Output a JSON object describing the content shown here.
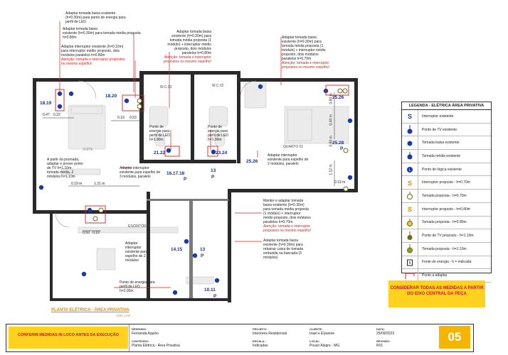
{
  "annotations": {
    "n1": [
      "Adaptar tomada baixa existente",
      "(h=0.30m) para ponto de energia para",
      "perfil de LED"
    ],
    "n2": [
      "Adaptar tomada baixa",
      "existente (h=0.30m) para tomada média proposta",
      "h=0.80m"
    ],
    "n3": [
      "Adaptar interruptor existente (h=0.10m)",
      "para interruptor médio proposto, dois",
      "módulos paralelos h=0.80m"
    ],
    "n3_red": [
      "Atenção: tomada e interruptor propostos",
      "no mesmo espelho!"
    ],
    "n4": [
      "Adaptar tomada baixa",
      "existente (h=0.30m) para",
      "tomada média proposta (1",
      "módulo) + interruptor médio",
      "proposto, dois módulos",
      "paralelos h=0.80m"
    ],
    "n4_red": [
      "Atenção: tomada e interruptor",
      "propostos no mesmo espelho!"
    ],
    "n5": [
      "Adaptar tomada baixa",
      "existente (h=0.30m) para",
      "tomada média proposta (1",
      "módulo) + interruptor médio",
      "proposto, dois módulos",
      "paralelos h=0.70m"
    ],
    "n5_red": [
      "Atenção: tomada e interruptor",
      "propostos no mesmo espelho!"
    ],
    "n6": [
      "A partir da prumada,",
      "adaptar e prever ponto",
      "de TV h=1.10m;",
      "tomada média, 2",
      "módulos h=1.10m"
    ],
    "n7": [
      "Ponto de",
      "energia para",
      "perfil de LED",
      "h=1.90m"
    ],
    "n8": [
      "Ponto de",
      "energia para",
      "perfil de LED",
      "h=1.90m"
    ],
    "n9": [
      "Adaptar interruptor",
      "existente para espelho de",
      "3 módulos, paralelo"
    ],
    "n10": [
      "Adaptar interruptor",
      "existente para espelho de",
      "2 módulos, paralelo"
    ],
    "n11": [
      "Manter e adaptar tomada",
      "baixa existente (h=0.30m)",
      "para tomada média proposta",
      "(1 módulo) + interruptor",
      "médio proposto, dois módulos",
      "paralelos h=0.70m."
    ],
    "n11_red": [
      "Atenção: tomada e interruptor",
      "propostos no mesmo espelho!"
    ],
    "n12": [
      "Adaptar tomada baixa",
      "existente (h=0.30m) para",
      "rebaixar caixa de tomada",
      "embutida na bancada (3",
      "módulos)"
    ],
    "n13": [
      "Adaptar",
      "interruptor",
      "existente para",
      "espelho de 2",
      "módulos"
    ],
    "n14": [
      "Ponto de energia para",
      "perfil de LED",
      "h=2.00m"
    ]
  },
  "rooms": {
    "wc03": "W.C 03",
    "wc02": "W.C 02",
    "suite": "SUÍTE",
    "quarto": "QUARTO 01",
    "escritorio": "ESCRITÓRIO"
  },
  "circuits": {
    "c1": "18.19",
    "c2": "18.20",
    "c3": "21.22",
    "c4": "23.24",
    "c5": "16.17.18",
    "c5p": "P",
    "c6": "13",
    "c6p": "P",
    "c7": "25.26",
    "c8": "25.26",
    "c9": "25.28",
    "c9p": "P",
    "c10": "14.15",
    "c11": "13",
    "c11p": "P",
    "c12": "10.11",
    "c12p": "P"
  },
  "measures": {
    "m1": "0.47",
    "m2": "0.22",
    "m3": "0.19",
    "m4": "0.53",
    "m5": "0.19 m",
    "m6": "1.31 m",
    "m7": "0.50",
    "m8": "0.19",
    "m9": "0.84 m",
    "m10": "0.44 m",
    "m11": "0.84 m",
    "m12": "1.12 m",
    "m13": "0.19 m"
  },
  "plan_title": "PLANTA ELÉTRICA - ÁREA PRIVATIVA",
  "plan_scale": "ESC 1:50",
  "legend": {
    "title": "LEGENDA - ELÉTRICA ÁREA PRIVATIVA",
    "items": [
      {
        "icon": "switch-existing-icon",
        "label": "Interruptor existente"
      },
      {
        "icon": "tv-point-existing-icon",
        "label": "Ponto de TV existente"
      },
      {
        "icon": "low-outlet-existing-icon",
        "label": "Tomada baixa existente"
      },
      {
        "icon": "mid-outlet-existing-icon",
        "label": "Tomada média existente"
      },
      {
        "icon": "logic-point-existing-icon",
        "label": "Ponto de lógica existente"
      },
      {
        "icon": "switch-proposed-070-icon",
        "label": "Interruptor proposto - h=0.70m"
      },
      {
        "icon": "outlet-proposed-070-icon",
        "label": "Tomada proposta - h=0.70m"
      },
      {
        "icon": "switch-proposed-080-icon",
        "label": "Interruptor proposto - h=0.80m"
      },
      {
        "icon": "outlet-proposed-080-icon",
        "label": "Tomada proposta - h=0.80m"
      },
      {
        "icon": "tv-point-proposed-icon",
        "label": "Ponto de TV proposto - h=1.10m"
      },
      {
        "icon": "outlet-proposed-110-icon",
        "label": "Tomada proposta - h=1.10m"
      },
      {
        "icon": "power-source-icon",
        "label": "Fonte de energia - h = indicada"
      },
      {
        "icon": "adapt-point-icon",
        "label": "Ponto a adaptar"
      }
    ]
  },
  "yellow_note": "CONSIDERAR TODAS AS MEDIDAS A PARTIR DO EIXO CENTRAL DA PEÇA",
  "title_block": {
    "warning": "CONFERIR MEDIDAS IN LOCO ANTES DA EXECUÇÃO",
    "desenho_k": "DESENHO:",
    "desenho_v": "Fernanda Aquino",
    "projeto_k": "PROJETO:",
    "projeto_v": "Interiores Residencial",
    "cliente_k": "CLIENTE:",
    "cliente_v": "Izael e Elywone",
    "data_k": "DATA:",
    "data_v": "25/09/2023",
    "conteudo_k": "CONTEÚDO:",
    "conteudo_v": "Planta Elétrica - Área Privativa",
    "escala_k": "ESCALA:",
    "escala_v": "Indicadas",
    "local_k": "LOCAL:",
    "local_v": "Pouso Alegre - MG",
    "revisao_k": "REVISÃO:",
    "revisao_v": "R01",
    "sheet": "05"
  },
  "colors": {
    "existing_symbol": "#1b3aa8",
    "proposed_symbol": "#e08a00",
    "adapt_marker": "#d42020",
    "sheet_badge": "#f5b400"
  }
}
